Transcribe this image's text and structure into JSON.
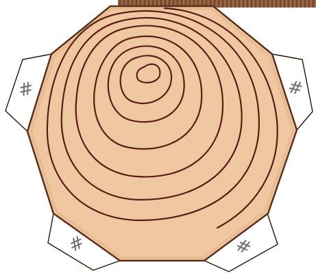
{
  "scene": {
    "piece": "octagonal-wood-slice-tile",
    "tile_fill": "#efc7a0",
    "tile_edge": "#5c2d18",
    "ring_color": "#5a1c14",
    "tab_fill": "#ffffff",
    "tab_glyph_color": "#6e6e6e",
    "bark_strip_color": "#8a5a3a",
    "ring_count": 8
  },
  "connector_tabs": [
    {
      "id": "left",
      "glyph": "#"
    },
    {
      "id": "right",
      "glyph": "#"
    },
    {
      "id": "bottom-left",
      "glyph": "#"
    },
    {
      "id": "bottom-right",
      "glyph": "#"
    }
  ]
}
